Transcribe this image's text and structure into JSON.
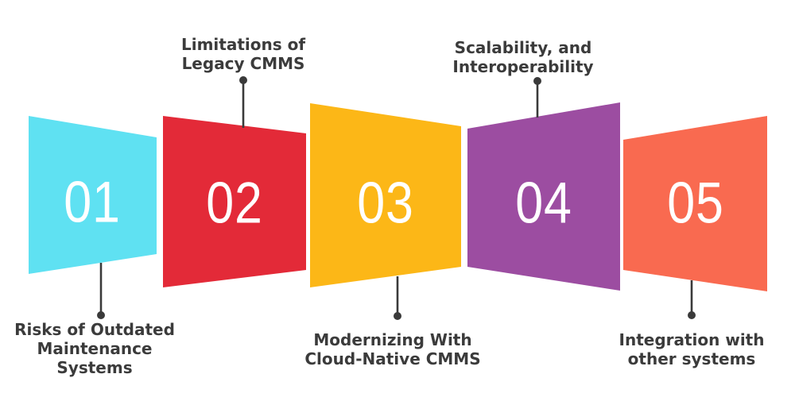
{
  "canvas": {
    "background": "#ffffff"
  },
  "style": {
    "connector_color": "#3a3a3a",
    "label_color": "#3b3b3b",
    "number_color": "#ffffff"
  },
  "steps": [
    {
      "number": "01",
      "color": "#5fe1f2",
      "label": "Risks of Outdated\nMaintenance\nSystems",
      "label_position": "below"
    },
    {
      "number": "02",
      "color": "#e32a38",
      "label": "Limitations of\nLegacy CMMS",
      "label_position": "above"
    },
    {
      "number": "03",
      "color": "#fcb717",
      "label": "Modernizing With\nCloud-Native CMMS",
      "label_position": "below"
    },
    {
      "number": "04",
      "color": "#9c4da1",
      "label": "Scalability, and\nInteroperability",
      "label_position": "above"
    },
    {
      "number": "05",
      "color": "#f96a50",
      "label": "Integration with\nother systems",
      "label_position": "below"
    }
  ]
}
